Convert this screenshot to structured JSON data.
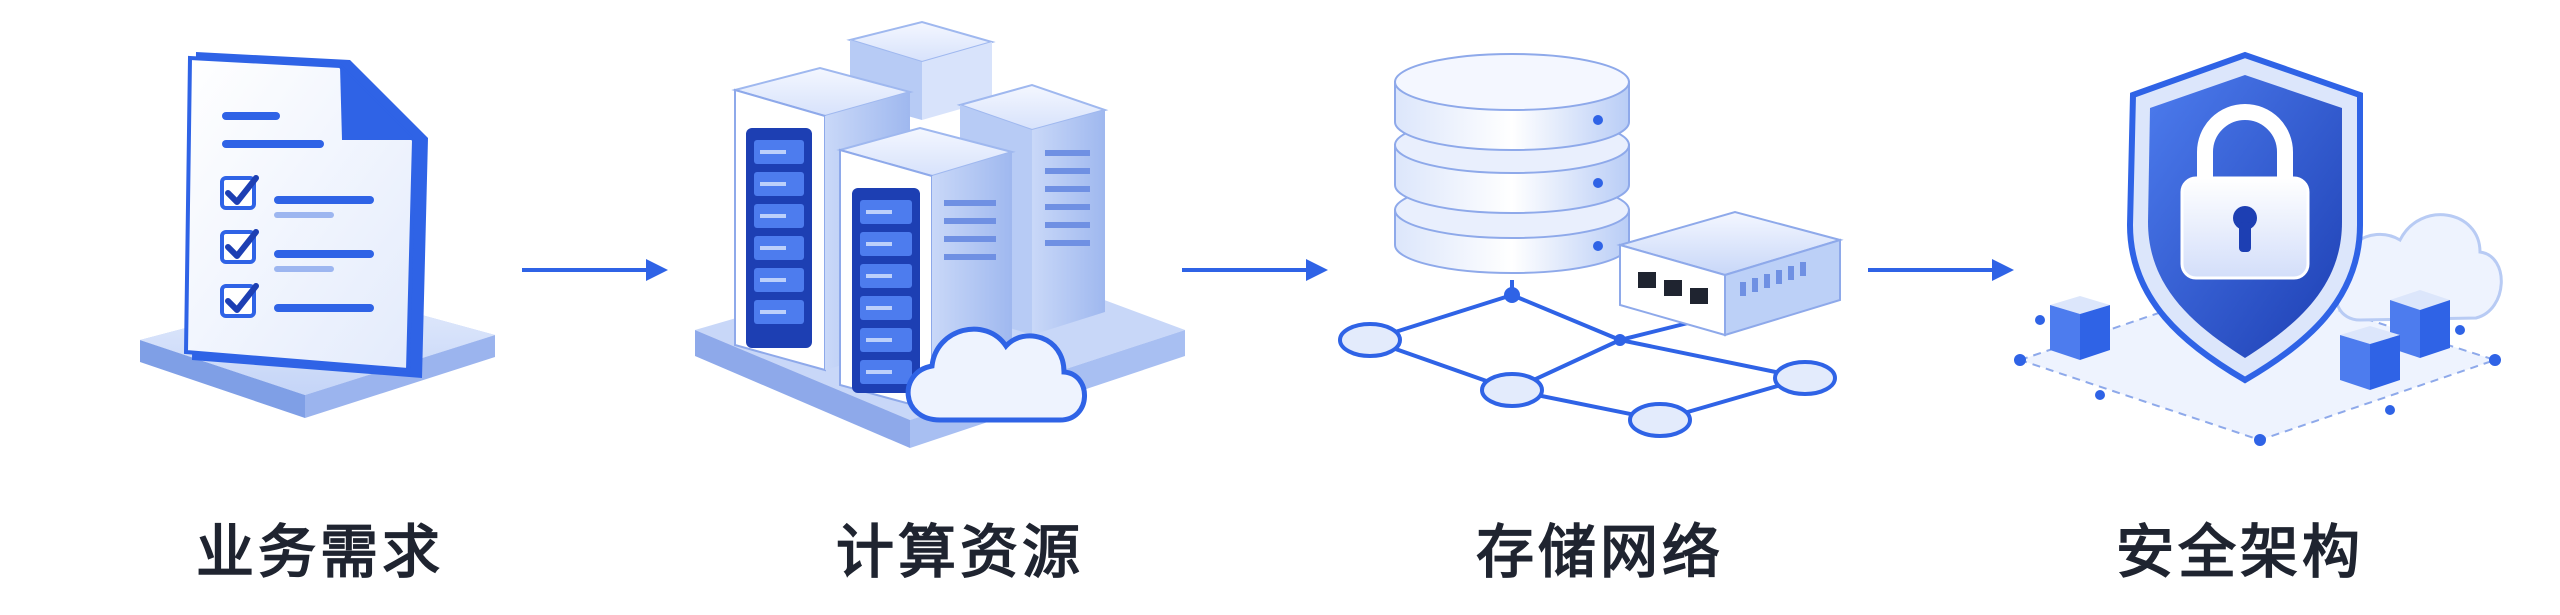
{
  "stages": [
    {
      "label": "业务需求",
      "icon": "requirements-document-icon"
    },
    {
      "label": "计算资源",
      "icon": "server-cluster-cloud-icon"
    },
    {
      "label": "存储网络",
      "icon": "storage-network-icon"
    },
    {
      "label": "安全架构",
      "icon": "security-shield-lock-icon"
    }
  ],
  "colors": {
    "primary": "#2f63e6",
    "dark": "#1d3fb3",
    "light": "#dce6fb",
    "label": "#1f2430"
  }
}
